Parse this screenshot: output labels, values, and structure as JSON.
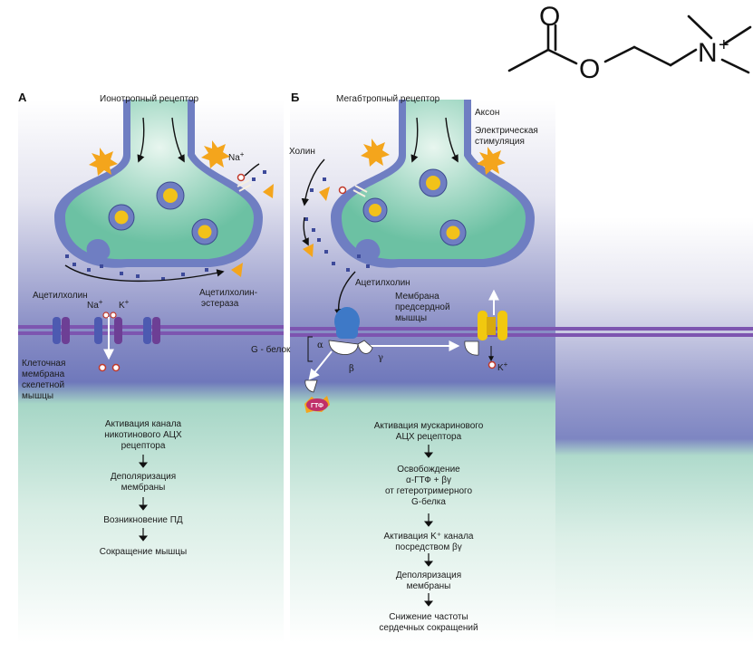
{
  "chem": {
    "o_atom_top": "O",
    "o_atom_ester": "O",
    "n_atom": "N",
    "n_charge": "+"
  },
  "panel_a": {
    "letter": "А",
    "title": "Ионотропный рецептор",
    "na": "Na",
    "na_sup": "+",
    "acetylcholine": "Ацетилхолин",
    "esterase_1": "Ацетилхолин-",
    "esterase_2": "эстераза",
    "channel_na": "Na",
    "channel_na_sup": "+",
    "channel_k": "K",
    "channel_k_sup": "+",
    "membrane": [
      "Клеточная",
      "мембрана",
      "скелетной",
      "мышцы"
    ],
    "steps": [
      [
        "Активация канала",
        "никотинового АЦХ",
        "рецептора"
      ],
      [
        "Деполяризация",
        "мембраны"
      ],
      [
        "Возникновение ПД"
      ],
      [
        "Сокращение мышцы"
      ]
    ]
  },
  "panel_b": {
    "letter": "Б",
    "title": "Мегабтропный рецептор",
    "axon": "Аксон",
    "stim": [
      "Электрическая",
      "стимуляция"
    ],
    "choline": "Холин",
    "acetylcholine": "Ацетилхолин",
    "atrial": [
      "Мембрана",
      "предсердной",
      "мышцы"
    ],
    "g_protein": "G - белок",
    "alpha": "α",
    "beta": "β",
    "gamma": "γ",
    "k": "K",
    "k_sup": "+",
    "gtp": "ГТФ",
    "steps": [
      [
        "Активация мускаринового",
        "АЦХ рецептора"
      ],
      [
        "Освобождение",
        "α-ГТФ + βγ",
        "от гетеротримерного",
        "G-белка"
      ],
      [
        "Активация K⁺ канала",
        "посредством βγ"
      ],
      [
        "Деполяризация",
        "мембраны"
      ],
      [
        "Снижение частоты",
        "сердечных сокращений"
      ]
    ]
  }
}
